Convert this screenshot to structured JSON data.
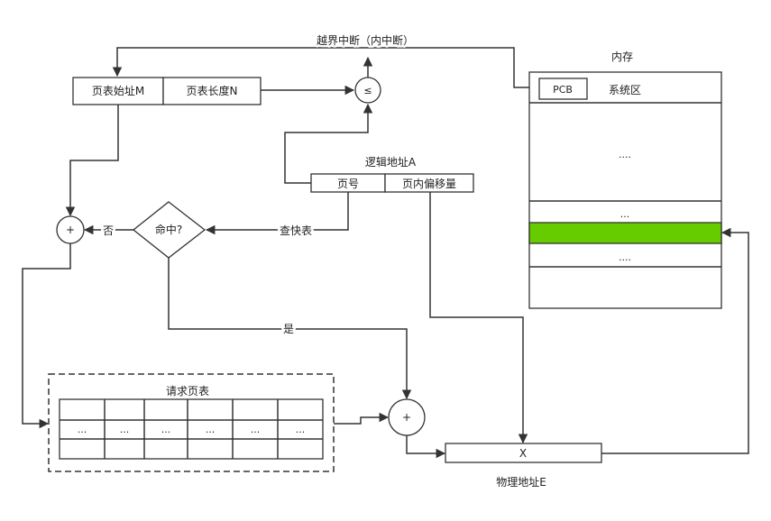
{
  "interrupt_label": "越界中断（内中断）",
  "page_table_register": {
    "start": "页表始址M",
    "length": "页表长度N"
  },
  "compare_symbol": "≤",
  "logical_address": {
    "title": "逻辑地址A",
    "page_number": "页号",
    "offset": "页内偏移量"
  },
  "tlb_lookup_label": "查快表",
  "hit_question": "命中?",
  "miss_label": "否",
  "hit_label": "是",
  "adder_symbol": "+",
  "request_page_table": {
    "title": "请求页表",
    "cells": [
      "...",
      "...",
      "...",
      "...",
      "...",
      "..."
    ]
  },
  "physical_address": {
    "value": "X",
    "label": "物理地址E"
  },
  "memory": {
    "title": "内存",
    "pcb": "PCB",
    "system_area": "系统区",
    "rows": [
      "....",
      "...",
      "...."
    ]
  },
  "colors": {
    "highlight": "#66cc00",
    "line": "#333333"
  }
}
